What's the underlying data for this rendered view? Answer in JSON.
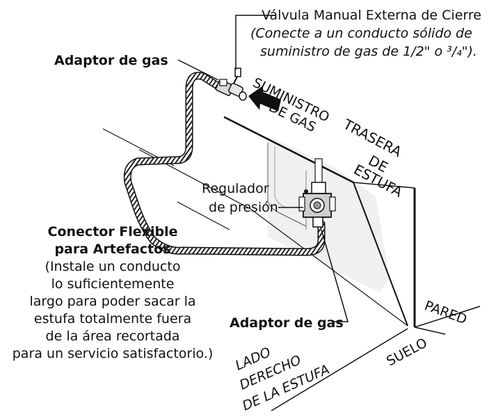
{
  "labels": {
    "valve_title": "Válvula Manual Externa de Cierre",
    "valve_note_1": "(Conecte a un conducto sólido de",
    "valve_note_2": "suministro de gas de 1/2\" o ³/₄\").",
    "adapter_top": "Adaptor de gas",
    "supply_1": "SUMINISTRO",
    "supply_2": "DE GAS",
    "rear_1": "TRASERA",
    "rear_2": "DE",
    "rear_3": "ESTUFA",
    "regulator_1": "Regulador",
    "regulator_2": "de presión",
    "connector_title_1": "Conector Flexible",
    "connector_title_2": "para Artefactos",
    "connector_note_1": "(Instale un conducto",
    "connector_note_2": "lo suficientemente",
    "connector_note_3": "largo para poder sacar la",
    "connector_note_4": "estufa totalmente fuera",
    "connector_note_5": "de la área recortada",
    "connector_note_6": "para un servicio satisfactorio.)",
    "adapter_bottom": "Adaptor de gas",
    "wall": "PARED",
    "floor": "SUELO",
    "side_1": "LADO",
    "side_2": "DERECHO",
    "side_3": "DE LA ESTUFA"
  }
}
